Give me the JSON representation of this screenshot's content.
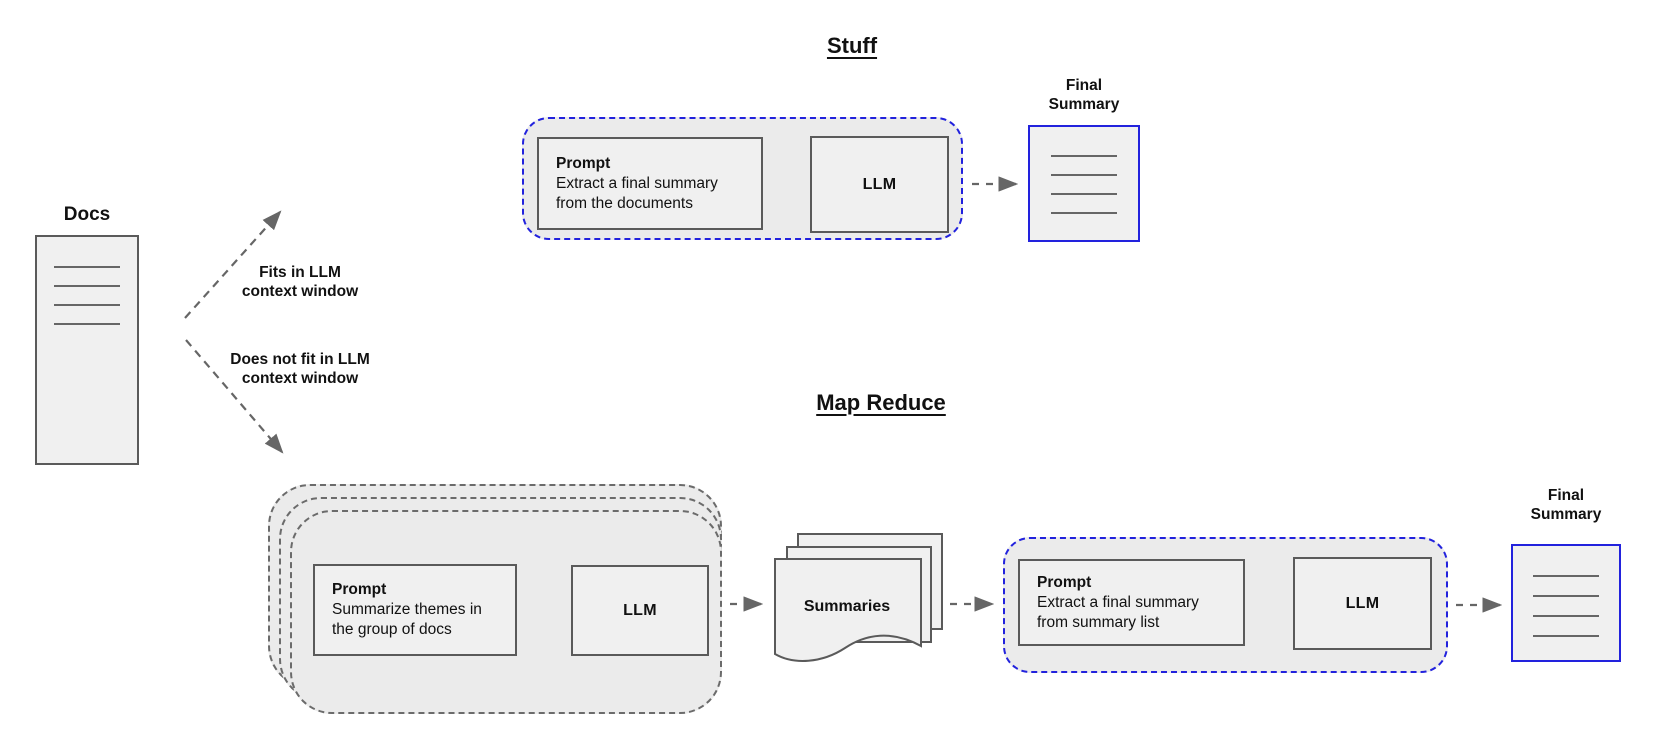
{
  "colors": {
    "accent_blue": "#2222dd",
    "shape_border": "#5a5a5a",
    "container_fill": "#ebebeb",
    "box_fill": "#f0f0f0",
    "arrow_gray": "#666666",
    "text": "#111111",
    "canvas_bg": "#ffffff"
  },
  "docs": {
    "label": "Docs"
  },
  "branches": {
    "fits": "Fits in LLM\ncontext window",
    "does_not_fit": "Does not fit in LLM\ncontext window"
  },
  "stuff": {
    "title": "Stuff",
    "prompt_title": "Prompt",
    "prompt_body": "Extract a final summary\nfrom the documents",
    "llm": "LLM",
    "final_summary_label": "Final\nSummary"
  },
  "map_reduce": {
    "title": "Map Reduce",
    "map_prompt_title": "Prompt",
    "map_prompt_body": "Summarize themes in\nthe group of docs",
    "map_llm": "LLM",
    "summaries_label": "Summaries",
    "reduce_prompt_title": "Prompt",
    "reduce_prompt_body": "Extract a final summary\nfrom summary list",
    "reduce_llm": "LLM",
    "final_summary_label": "Final\nSummary"
  }
}
